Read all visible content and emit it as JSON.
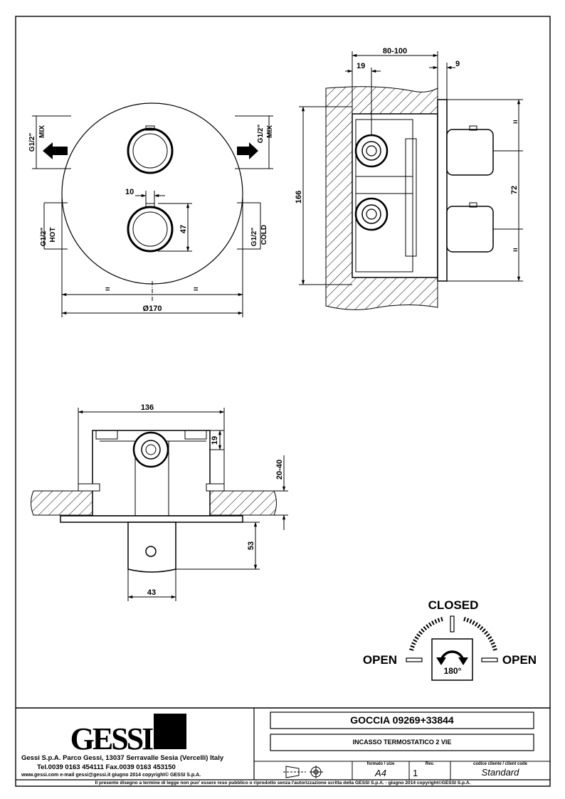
{
  "front_view": {
    "port_top_left": "G1/2\"",
    "port_top_left_sub": "MIX",
    "port_top_right": "G1/2\"",
    "port_top_right_sub": "MIX",
    "port_bottom_left": "G1/2\"",
    "port_bottom_left_sub": "HOT",
    "port_bottom_right": "G1/2\"",
    "port_bottom_right_sub": "COLD",
    "dim_spindle": "10",
    "dim_knob": "47",
    "dim_diameter": "Ø170"
  },
  "side_view": {
    "dim_depth": "80-100",
    "dim_offset": "19",
    "dim_plate": "9",
    "dim_height": "166",
    "dim_spacing": "72"
  },
  "plan_view": {
    "dim_width": "136",
    "dim_top": "19",
    "dim_wall": "20-40",
    "dim_protrusion": "53",
    "dim_knob_width": "43"
  },
  "rotation_legend": {
    "closed": "CLOSED",
    "open_left": "OPEN",
    "open_right": "OPEN",
    "angle": "180°"
  },
  "title_block": {
    "logo": "GESSI",
    "company_line": "Gessi S.p.A. Parco Gessi, 13037 Serravalle Sesia (Vercelli) Italy",
    "phone_line": "Tel.0039 0163 454111 Fax.0039 0163 453150",
    "web_line": "www.gessi.com e-mail gessi@gessi.it giugno 2014 copyright© GESSI S.p.A.",
    "product_title": "GOCCIA 09269+33844",
    "product_subtitle": "INCASSO TERMOSTATICO 2 VIE",
    "format_label": "formato / size",
    "format_value": "A4",
    "rev_label": "Rev.",
    "rev_value": "1",
    "client_label": "codice cliente / client code",
    "client_value": "Standard",
    "disclaimer": "Il presente disegno a termine di legge non puo' essere reso pubblico o riprodotto senza l'autorizzazione scritta della GESSI S.p.A. - giugno 2014 copyright©GESSI S.p.A."
  }
}
